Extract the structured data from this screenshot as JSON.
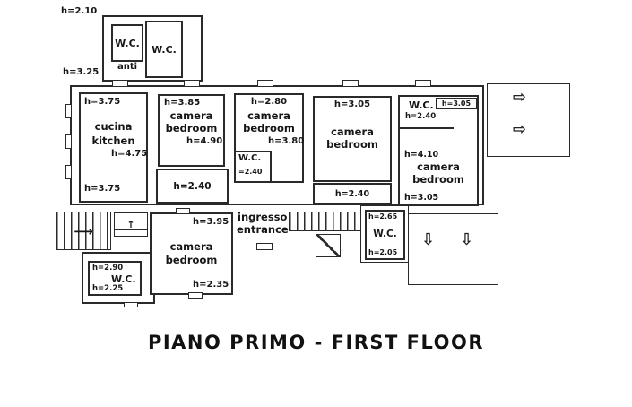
{
  "title": "PIANO PRIMO - FIRST FLOOR",
  "annex": {
    "h_top": "h=2.10",
    "h_bottom": "h=3.25",
    "wc_left": "W.C.",
    "anti": "anti",
    "wc_right": "W.C."
  },
  "kitchen": {
    "h_top": "h=3.75",
    "name_it": "cucina",
    "name_en": "kitchen",
    "h_ceiling": "h=4.75",
    "h_bottom": "h=3.75"
  },
  "bedroom_nw": {
    "h_top": "h=3.85",
    "name_it": "camera",
    "name_en": "bedroom",
    "h_ceiling": "h=4.90"
  },
  "corridor_nw": {
    "h": "h=2.40"
  },
  "bedroom_n": {
    "h_top": "h=2.80",
    "name_it": "camera",
    "name_en": "bedroom",
    "h_ceiling": "h=3.80",
    "wc_label": "W.C.",
    "wc_h": "=2.40"
  },
  "bedroom_ne": {
    "h_top": "h=3.05",
    "name_it": "camera",
    "name_en": "bedroom"
  },
  "corridor_ne": {
    "h": "h=2.40"
  },
  "suite_e": {
    "wc_label": "W.C.",
    "wc_h_top": "h=3.05",
    "wc_h": "h=2.40",
    "h_left": "h=4.10",
    "name_it": "camera",
    "name_en": "bedroom",
    "h_bottom": "h=3.05"
  },
  "bedroom_s": {
    "h_top": "h=3.95",
    "name_it": "camera",
    "name_en": "bedroom",
    "h_bottom": "h=2.35"
  },
  "wc_sw": {
    "h_top": "h=2.90",
    "label": "W.C.",
    "h_bottom": "h=2.25"
  },
  "entrance": {
    "name_it": "ingresso",
    "name_en": "entrance"
  },
  "wc_se": {
    "h_top": "h=2.65",
    "label": "W.C.",
    "h_bottom": "h=2.05"
  },
  "icons": {
    "arrow_right": "⇨",
    "arrow_down": "⇩",
    "arrow_up": "↑",
    "stairs_arrow": "⟶"
  }
}
